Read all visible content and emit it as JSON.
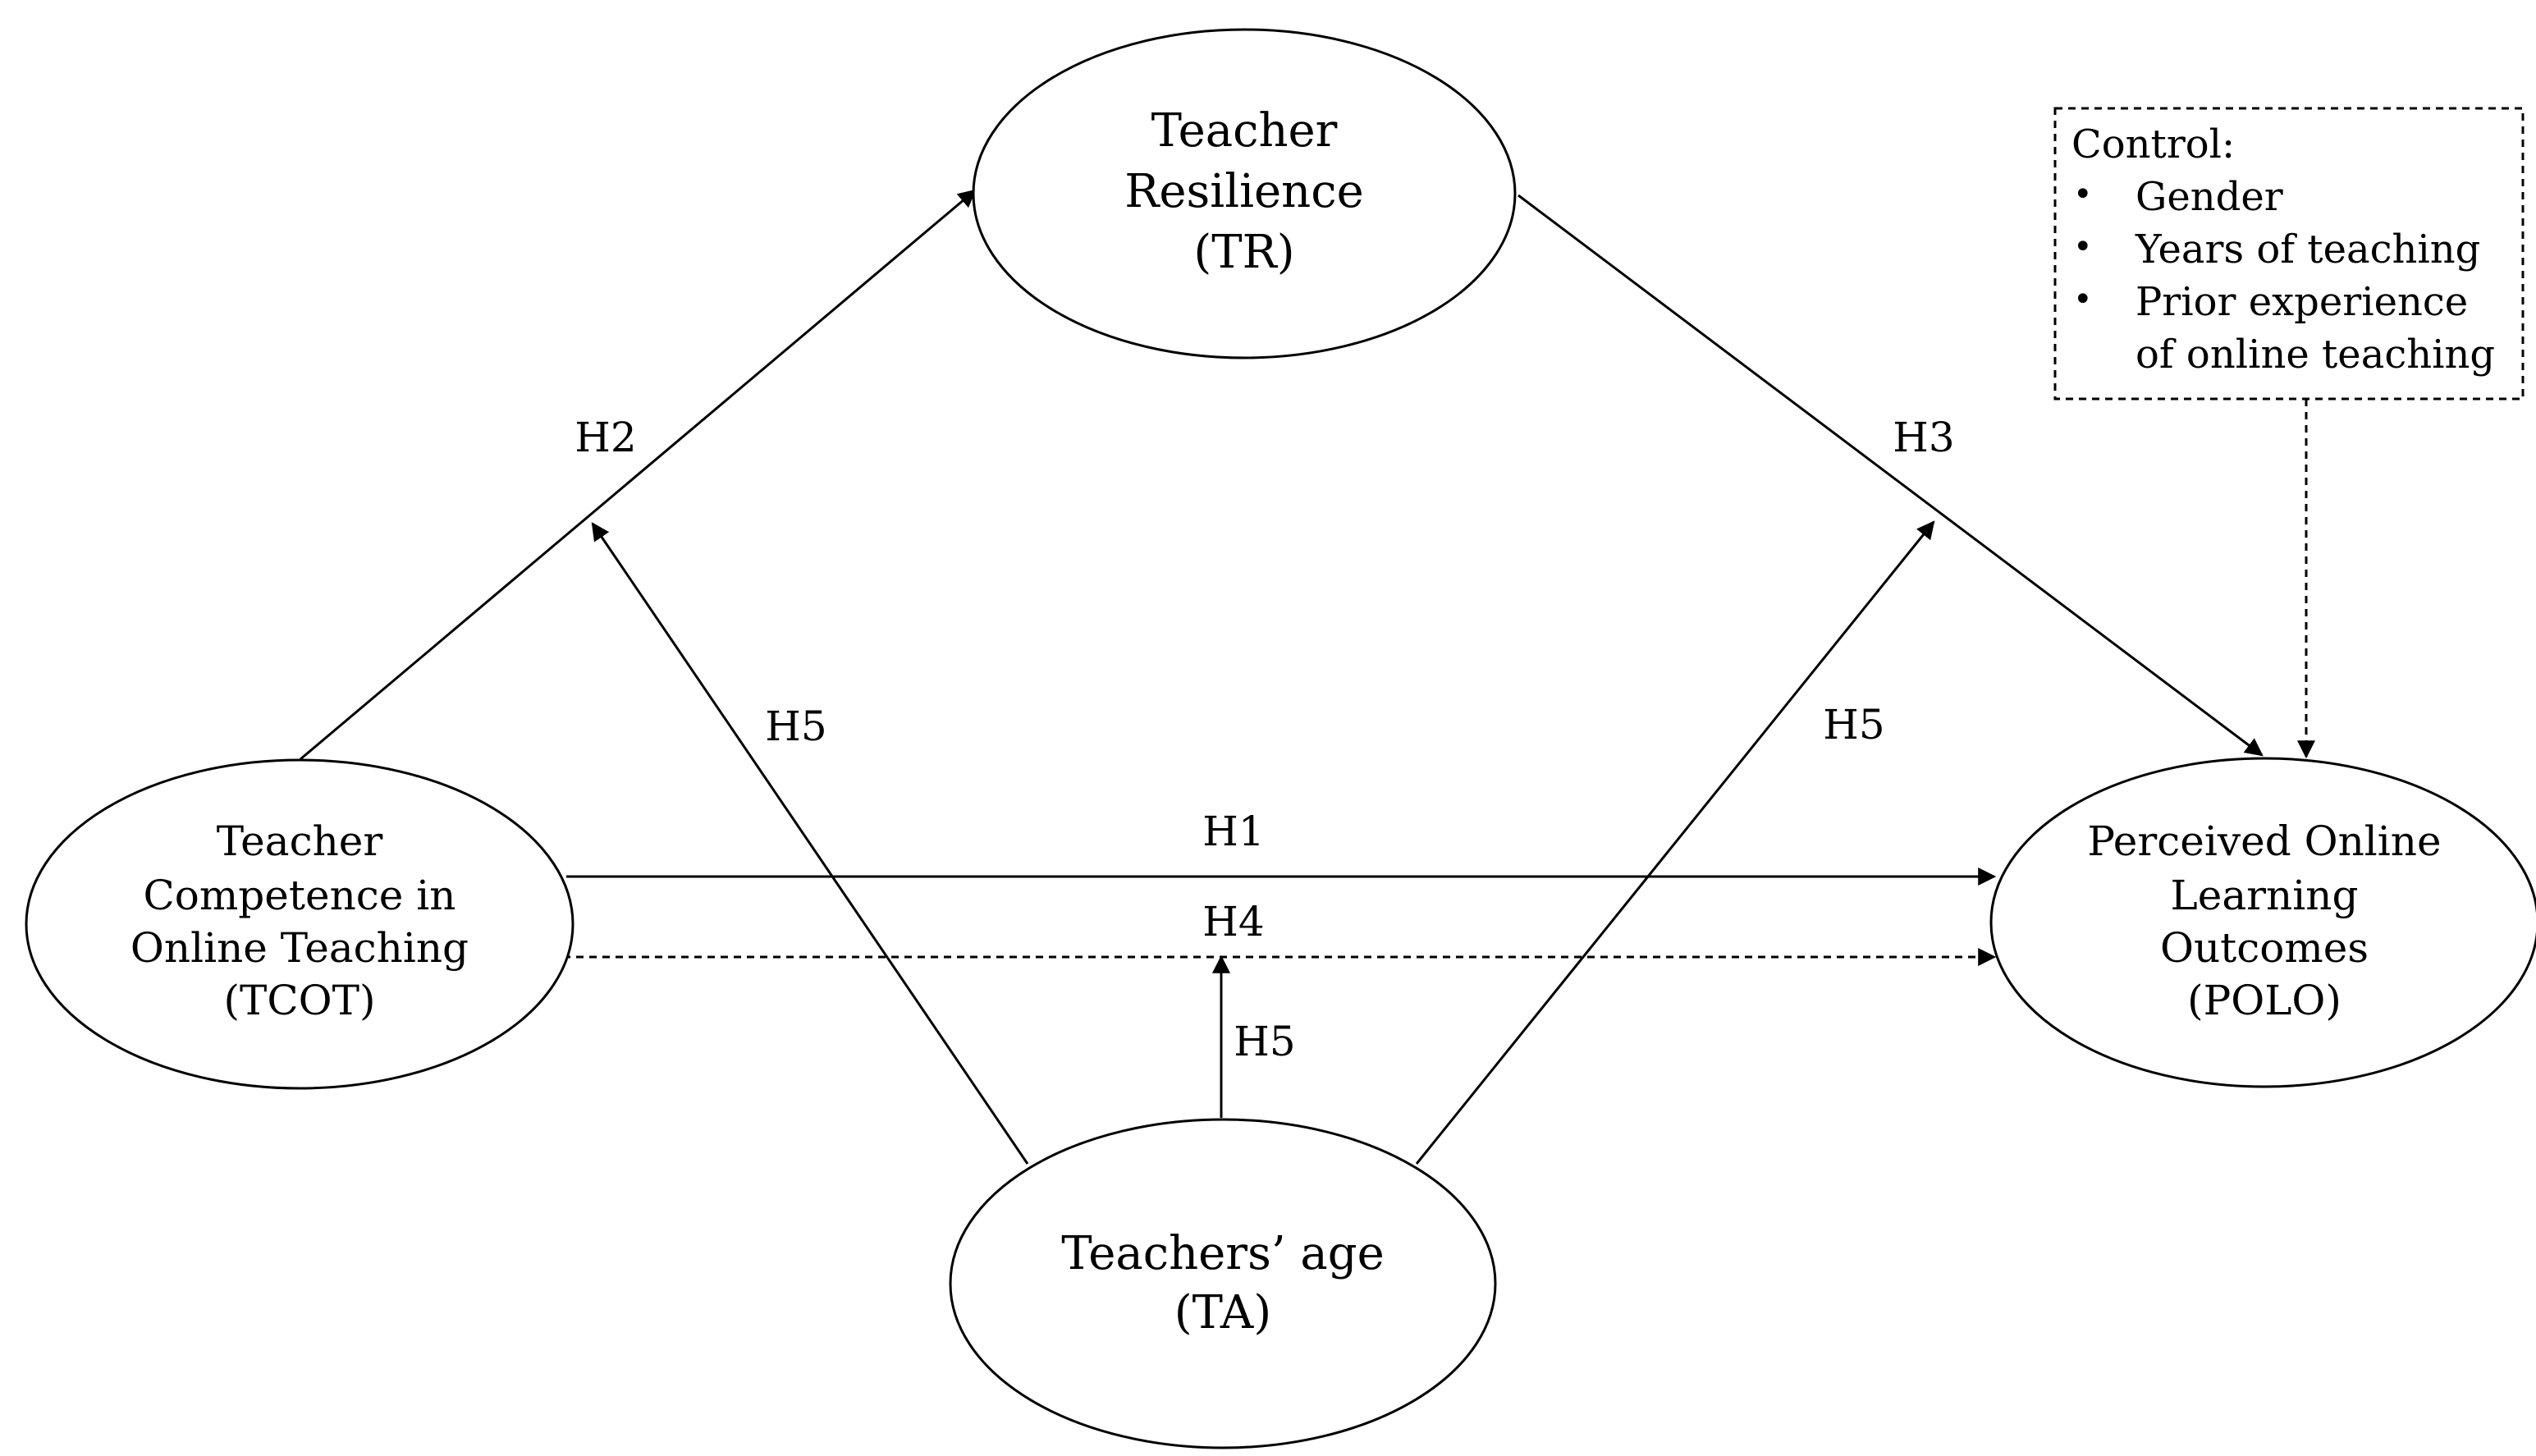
{
  "nodes": {
    "tr": {
      "lines": [
        "Teacher",
        "Resilience",
        "(TR)"
      ]
    },
    "tcot": {
      "lines": [
        "Teacher",
        "Competence in",
        "Online Teaching",
        "(TCOT)"
      ]
    },
    "polo": {
      "lines": [
        "Perceived Online",
        "Learning",
        "Outcomes",
        "(POLO)"
      ]
    },
    "ta": {
      "lines": [
        "Teachers’ age",
        "(TA)"
      ]
    }
  },
  "edges": {
    "h1": {
      "label": "H1",
      "style": "solid"
    },
    "h2": {
      "label": "H2",
      "style": "solid"
    },
    "h3": {
      "label": "H3",
      "style": "solid"
    },
    "h4": {
      "label": "H4",
      "style": "dashed"
    },
    "h5_left": {
      "label": "H5",
      "style": "solid"
    },
    "h5_right": {
      "label": "H5",
      "style": "solid"
    },
    "h5_center": {
      "label": "H5",
      "style": "solid"
    },
    "control": {
      "style": "dashed"
    }
  },
  "control": {
    "title": "Control:",
    "bullet_symbol": "•",
    "items": [
      {
        "lines": [
          "Gender"
        ]
      },
      {
        "lines": [
          "Years of teaching"
        ]
      },
      {
        "lines": [
          "Prior experience",
          "of online teaching"
        ]
      }
    ]
  }
}
